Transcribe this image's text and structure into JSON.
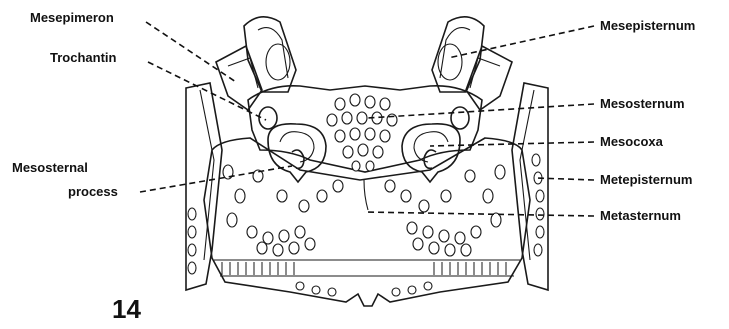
{
  "figure_number": "14",
  "labels": {
    "mesepimeron": "Mesepimeron",
    "trochantin": "Trochantin",
    "mesosternal_process_line1": "Mesosternal",
    "mesosternal_process_line2": "process",
    "mesepisternum": "Mesepisternum",
    "mesosternum": "Mesosternum",
    "mesocoxa": "Mesocoxa",
    "metepisternum": "Metepisternum",
    "metasternum": "Metasternum"
  }
}
